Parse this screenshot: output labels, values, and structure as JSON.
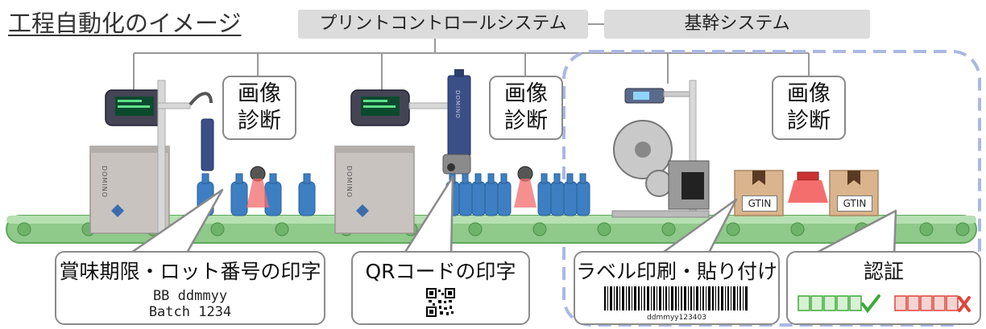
{
  "title": "工程自動化のイメージ",
  "systems": {
    "print_control": "プリントコントロールシステム",
    "core": "基幹システム"
  },
  "inspection_labels": [
    {
      "line1": "画像",
      "line2": "診断"
    },
    {
      "line1": "画像",
      "line2": "診断"
    },
    {
      "line1": "画像",
      "line2": "診断"
    }
  ],
  "callouts": {
    "expiry": {
      "title": "賞味期限・ロット番号の印字",
      "line1": "BB ddmmyy",
      "line2": "Batch 1234"
    },
    "qr": {
      "title": "QRコードの印字"
    },
    "label": {
      "title": "ラベル印刷・貼り付け",
      "barcode_text": "ddmmyy123403"
    },
    "auth": {
      "title": "認証"
    }
  },
  "box_label": "GTIN",
  "printer_brand": "DOMINO",
  "colors": {
    "conveyor": "#8fca8a",
    "conveyor_edge": "#5fa85c",
    "bottle": "#3d7fc2",
    "dashed_border": "#aab8e3",
    "system_box": "#dcdcdc",
    "box": "#d9b48c",
    "check_ok": "#3daa3a",
    "check_ng": "#e0453c"
  }
}
